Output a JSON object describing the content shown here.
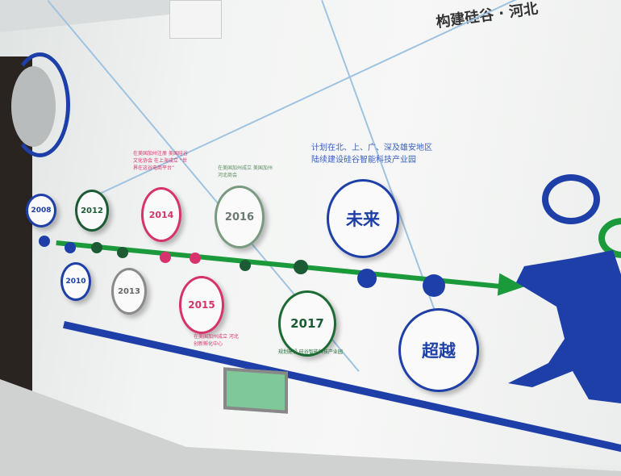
{
  "header": {
    "title": "构建硅谷 · 河北"
  },
  "timeline": [
    {
      "label": "2008",
      "color": "#1e3fa8"
    },
    {
      "label": "2010",
      "color": "#1e3fa8"
    },
    {
      "label": "2012",
      "color": "#1d5b34"
    },
    {
      "label": "2013",
      "color": "#8a8a8a"
    },
    {
      "label": "2014",
      "color": "#d6336c"
    },
    {
      "label": "2015",
      "color": "#d6336c"
    },
    {
      "label": "2016",
      "color": "#7a9a80"
    },
    {
      "label": "2017",
      "color": "#1d6b34"
    },
    {
      "label": "未来",
      "color": "#1e3fa8"
    },
    {
      "label": "超越",
      "color": "#1e3fa8"
    }
  ],
  "notes": {
    "n2014": "在美国加州注册 美国硅谷文化协会 在上海成立 “世界在这谷电商平台”",
    "n2016": "在美国加州成立 美国加州河北商会",
    "future": "计划在北、上、广、深及雄安地区陆续建设硅谷智能科技产业园",
    "n2017": "规划建设 硅谷智能科技产业园",
    "n2015": "在美国加州成立 河北创新孵化中心"
  },
  "colors": {
    "arrow": "#1a9a3a",
    "stripe": "#1e3fa8"
  }
}
